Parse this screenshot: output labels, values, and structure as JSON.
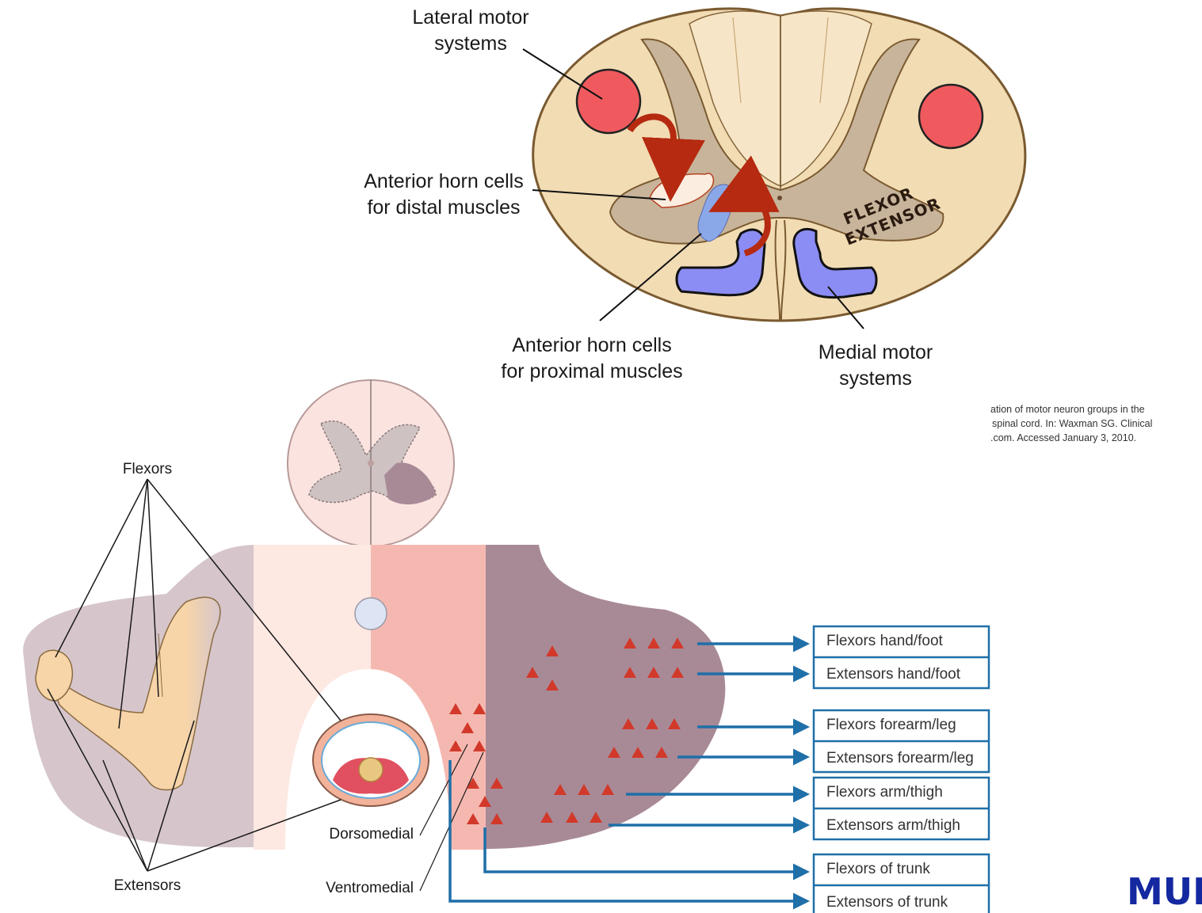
{
  "top_figure": {
    "labels": {
      "lateral": [
        "Lateral motor",
        "systems"
      ],
      "distal": [
        "Anterior horn cells",
        "for distal muscles"
      ],
      "proximal": [
        "Anterior horn cells",
        "for proximal muscles"
      ],
      "medial": [
        "Medial motor",
        "systems"
      ],
      "flexor": "FLEXOR",
      "extensor": "EXTENSOR"
    },
    "citation": [
      "ation of motor neuron groups in the",
      "spinal cord. In: Waxman SG. Clinical",
      ".com. Accessed January 3, 2010."
    ]
  },
  "bottom_figure": {
    "labels": {
      "flexors": "Flexors",
      "extensors": "Extensors",
      "dorsomedial": "Dorsomedial",
      "ventromedial": "Ventromedial"
    },
    "boxes": [
      "Flexors hand/foot",
      "Extensors hand/foot",
      "Flexors forearm/leg",
      "Extensors forearm/leg",
      "Flexors arm/thigh",
      "Extensors arm/thigh",
      "Flexors of trunk",
      "Extensors of trunk"
    ]
  },
  "logo": "MUM",
  "colors": {
    "cord_tan": "#f2dcb4",
    "gray_matter": "#c8b49a",
    "tract_red": "#f05a5e",
    "medial_blue": "#8c8cf5",
    "arrow_red": "#b52a10",
    "arrow_blue": "#1f6fa8",
    "triangle": "#d2392b",
    "mauve": "#a88a97",
    "logo_blue": "#1428a0"
  }
}
